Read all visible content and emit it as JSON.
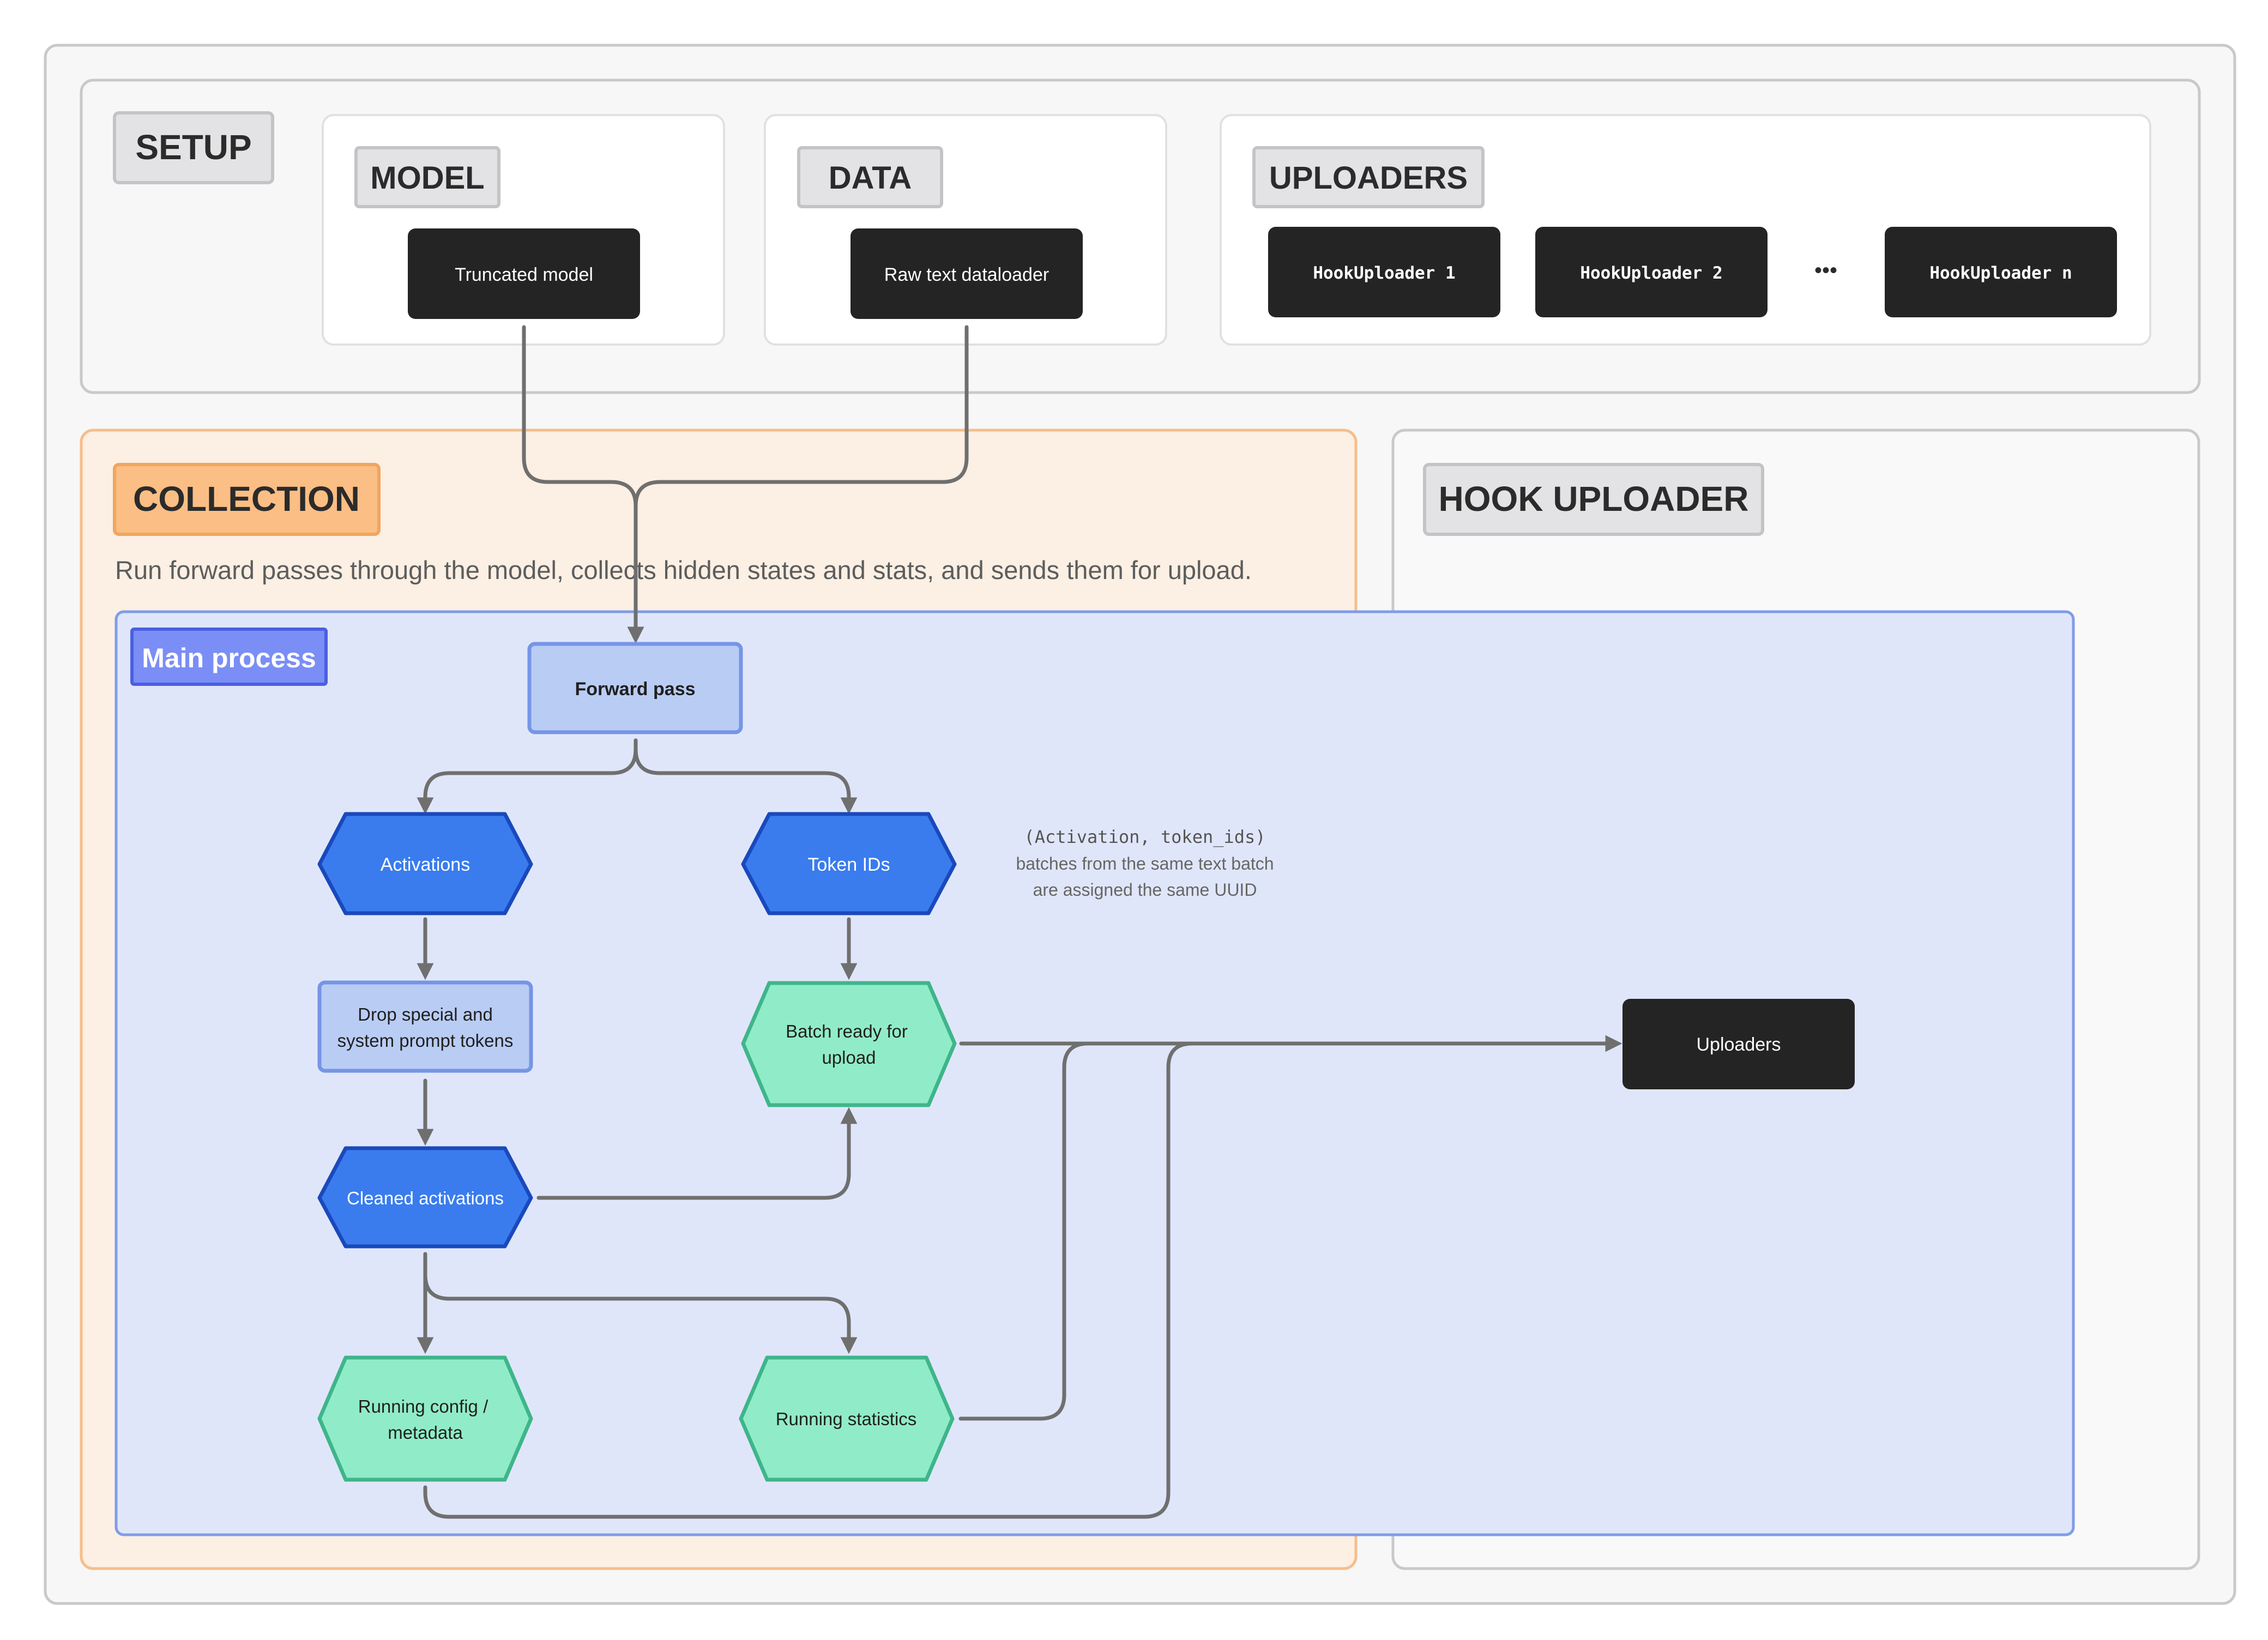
{
  "setup": {
    "title": "SETUP",
    "model": {
      "title": "MODEL",
      "node": "Truncated model"
    },
    "data": {
      "title": "DATA",
      "node": "Raw text dataloader"
    },
    "uploaders": {
      "title": "UPLOADERS",
      "items": [
        "HookUploader 1",
        "HookUploader 2",
        "HookUploader n"
      ],
      "ellipsis": "•••"
    }
  },
  "collection": {
    "title": "COLLECTION",
    "description": "Run forward passes through the model, collects hidden states and stats, and sends them for upload."
  },
  "hook_uploader": {
    "title": "HOOK UPLOADER"
  },
  "main_process": {
    "title": "Main process",
    "forward_pass": "Forward pass",
    "activations": "Activations",
    "token_ids": "Token IDs",
    "drop_tokens": [
      "Drop special and",
      "system prompt tokens"
    ],
    "batch_ready": [
      "Batch ready for",
      "upload"
    ],
    "cleaned_activations": "Cleaned activations",
    "running_config": [
      "Running config /",
      "metadata"
    ],
    "running_statistics": "Running statistics",
    "uploaders": "Uploaders",
    "note": {
      "code": "(Activation, token_ids)",
      "line2": "batches from the same text batch",
      "line3": "are assigned the same UUID"
    }
  },
  "colors": {
    "outer_bg": "#f7f7f7",
    "outer_border": "#c9c9cc",
    "label_bg": "#e3e3e5",
    "label_border": "#c4c4c7",
    "dark_node": "#242424",
    "collection_bg": "#fcefe3",
    "collection_border": "#f5be8a",
    "collection_label_bg": "#fbbe84",
    "collection_label_border": "#f0a65e",
    "main_bg": "#e0e6fa",
    "main_border": "#7f9ce8",
    "main_label_bg": "#7b8ef5",
    "main_label_border": "#4a5fe3",
    "light_blue_node": "#b9ccf4",
    "light_blue_border": "#7595e6",
    "blue_hex": "#3a7cee",
    "blue_hex_border": "#1a49bc",
    "green_hex": "#90ecc8",
    "green_hex_border": "#3fb58a",
    "arrow": "#6f6f6f",
    "text_dark": "#2b2b2b",
    "text_gray": "#666666"
  }
}
